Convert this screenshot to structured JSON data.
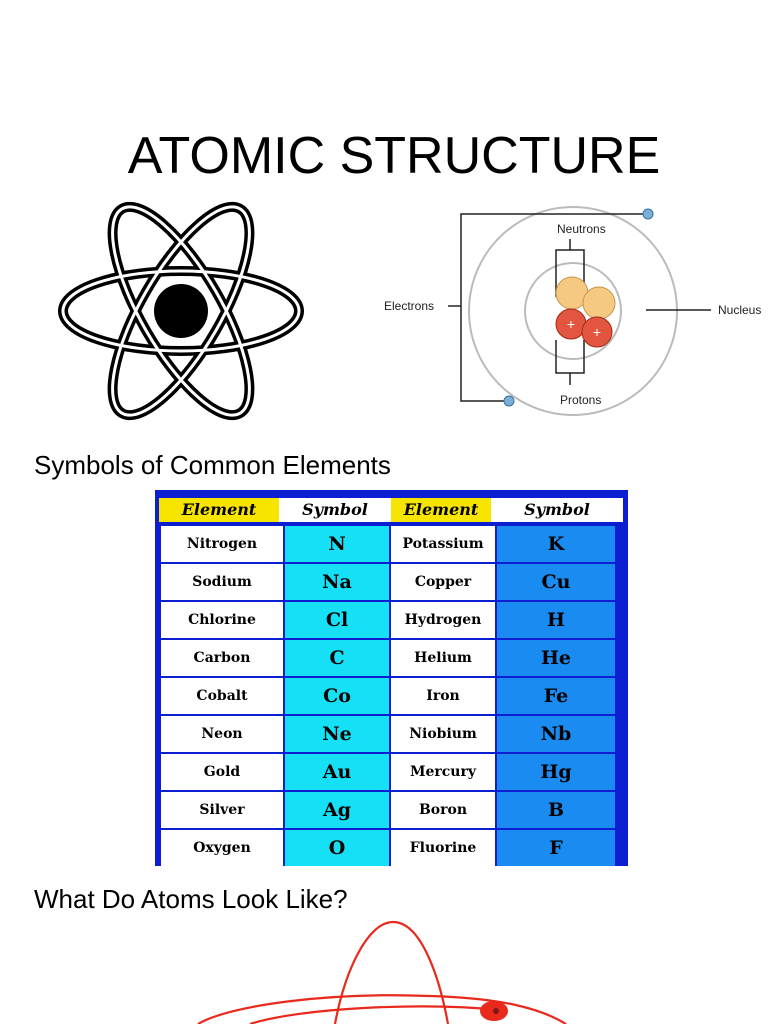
{
  "title": "ATOMIC STRUCTURE",
  "diagram": {
    "labels": {
      "neutrons": "Neutrons",
      "electrons": "Electrons",
      "nucleus": "Nucleus",
      "protons": "Protons",
      "proton_sign": "+"
    }
  },
  "section1": {
    "heading": "Symbols of Common Elements"
  },
  "table": {
    "headers": [
      "Element",
      "Symbol",
      "Element",
      "Symbol"
    ],
    "rows": [
      [
        "Nitrogen",
        "N",
        "Potassium",
        "K"
      ],
      [
        "Sodium",
        "Na",
        "Copper",
        "Cu"
      ],
      [
        "Chlorine",
        "Cl",
        "Hydrogen",
        "H"
      ],
      [
        "Carbon",
        "C",
        "Helium",
        "He"
      ],
      [
        "Cobalt",
        "Co",
        "Iron",
        "Fe"
      ],
      [
        "Neon",
        "Ne",
        "Niobium",
        "Nb"
      ],
      [
        "Gold",
        "Au",
        "Mercury",
        "Hg"
      ],
      [
        "Silver",
        "Ag",
        "Boron",
        "B"
      ],
      [
        "Oxygen",
        "O",
        "Fluorine",
        "F"
      ]
    ],
    "colors": {
      "frame": "#0b1fd1",
      "header_element": "#f7e500",
      "symbol_col_1": "#16e0f5",
      "symbol_col_2": "#1a8bf0"
    }
  },
  "section2": {
    "heading": "What Do Atoms Look Like?"
  },
  "icons": [
    "atom-icon",
    "atom-structure-diagram",
    "red-atom-drawing"
  ]
}
